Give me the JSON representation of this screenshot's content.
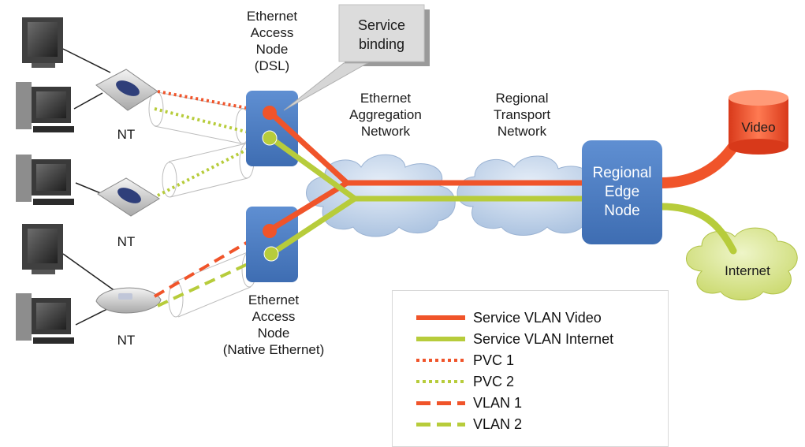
{
  "colors": {
    "video": "#f0542a",
    "internet": "#b7cc3b",
    "node_blue": "#4a7cc2",
    "cloud": "#c4d6ec"
  },
  "labels": {
    "access_dsl": "Ethernet\nAccess\nNode\n(DSL)",
    "access_native": "Ethernet\nAccess\nNode\n(Native Ethernet)",
    "service_binding": "Service\nbinding",
    "aggregation": "Ethernet\nAggregation\nNetwork",
    "transport": "Regional\nTransport\nNetwork",
    "edge": "Regional\nEdge\nNode",
    "video": "Video",
    "internet": "Internet",
    "nt": "NT"
  },
  "legend": [
    {
      "label": "Service VLAN Video",
      "color": "#f0542a",
      "style": "solid"
    },
    {
      "label": "Service VLAN Internet",
      "color": "#b7cc3b",
      "style": "solid"
    },
    {
      "label": "PVC 1",
      "color": "#f0542a",
      "style": "dotted"
    },
    {
      "label": "PVC 2",
      "color": "#b7cc3b",
      "style": "dotted"
    },
    {
      "label": "VLAN 1",
      "color": "#f0542a",
      "style": "dashed"
    },
    {
      "label": "VLAN 2",
      "color": "#b7cc3b",
      "style": "dashed"
    }
  ]
}
